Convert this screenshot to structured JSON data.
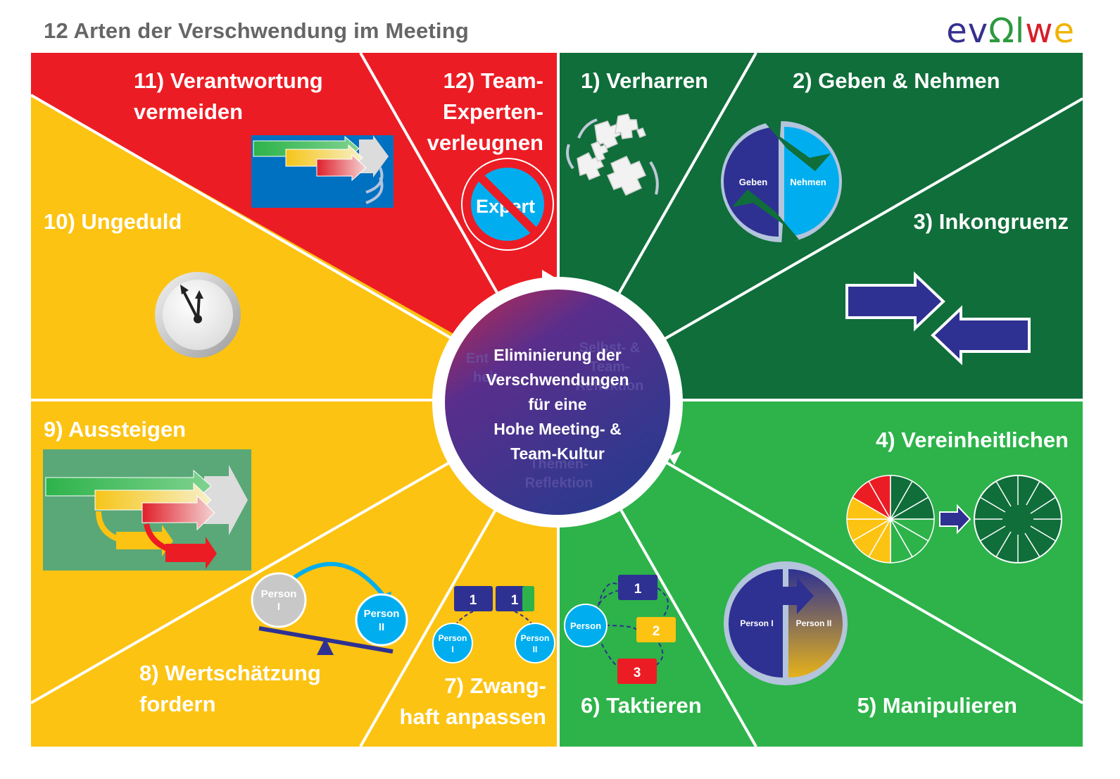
{
  "header": {
    "title": "12 Arten der Verschwendung im Meeting",
    "logo": {
      "part1": "ev",
      "part2": "Ω",
      "part3": "l",
      "part4": "w",
      "part5": "e"
    }
  },
  "colors": {
    "red": "#ec1c24",
    "yellow": "#fcc312",
    "dark_green": "#0f6e3a",
    "green": "#2db34a",
    "navy": "#2e3192",
    "cyan": "#00aeef"
  },
  "segments": [
    {
      "id": "1",
      "line1": "1) Verharren",
      "icon": "puzzle-pieces-icon"
    },
    {
      "id": "2",
      "line1": "2) Geben & Nehmen",
      "icon": "give-take-circle-icon",
      "geben": "Geben",
      "nehmen": "Nehmen"
    },
    {
      "id": "3",
      "line1": "3) Inkongruenz",
      "icon": "opposing-arrows-icon"
    },
    {
      "id": "4",
      "line1": "4) Vereinheitlichen",
      "icon": "pie-to-green-pie-icon"
    },
    {
      "id": "5",
      "line1": "5) Manipulieren",
      "icon": "person-circle-icon",
      "person1": "Person I",
      "person2": "Person II"
    },
    {
      "id": "6",
      "line1": "6) Taktieren",
      "icon": "tactics-network-icon",
      "person": "Person",
      "n1": "1",
      "n2": "2",
      "n3": "3"
    },
    {
      "id": "7",
      "line1": "7) Zwang-",
      "line2": "haft anpassen",
      "icon": "conform-icon",
      "n1": "1",
      "n2": "1",
      "person": "Person",
      "p1": "I",
      "p2": "II"
    },
    {
      "id": "8",
      "line1": "8) Wertschätzung",
      "line2": "fordern",
      "icon": "seesaw-icon",
      "person": "Person",
      "p1": "I",
      "p2": "II"
    },
    {
      "id": "9",
      "line1": "9) Aussteigen",
      "icon": "exit-arrows-icon"
    },
    {
      "id": "10",
      "line1": "10) Ungeduld",
      "icon": "clock-icon"
    },
    {
      "id": "11",
      "line1": "11) Verantwortung",
      "line2": "vermeiden",
      "icon": "dodge-arrows-icon"
    },
    {
      "id": "12",
      "line1": "12) Team-",
      "line2": "Experten-",
      "line3": "verleugnen",
      "icon": "no-expert-icon",
      "expert": "Expert"
    }
  ],
  "center": {
    "lines": [
      "Eliminierung der",
      "Verschwendungen",
      "für eine",
      "Hohe Meeting- &",
      "Team-Kultur"
    ],
    "ghost_left": [
      "Ent",
      "heit"
    ],
    "ghost_right": [
      "Selbst- &",
      "Team-",
      "Reflektion"
    ],
    "ghost_bottom": [
      "Themen-",
      "Reflektion"
    ]
  }
}
